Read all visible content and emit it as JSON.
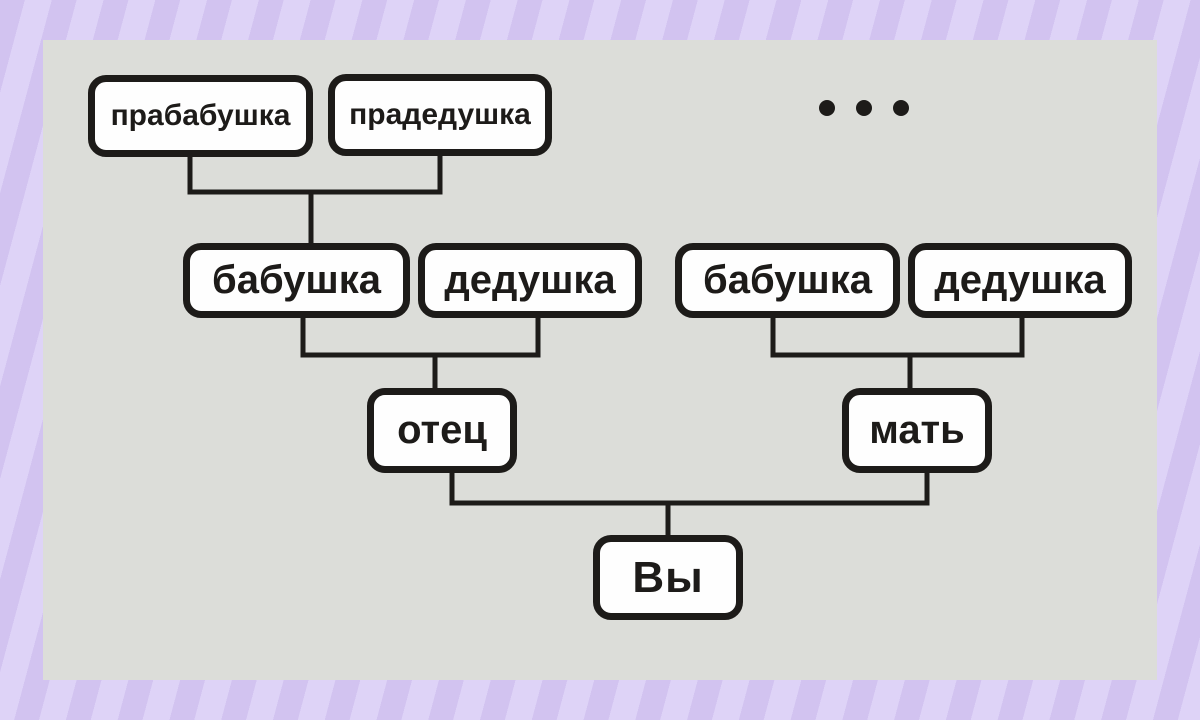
{
  "colors": {
    "frame_stripe_light": "#ded3f7",
    "frame_stripe_dark": "#d2c3f0",
    "panel_background": "#dcddd9",
    "box_fill": "#fefefe",
    "ink": "#1d1b19"
  },
  "diagram": {
    "type": "family-tree",
    "nodes": [
      {
        "id": "great-grandmother",
        "label": "прабабушка",
        "generation": 1
      },
      {
        "id": "great-grandfather",
        "label": "прадедушка",
        "generation": 1
      },
      {
        "id": "grandmother-paternal",
        "label": "бабушка",
        "generation": 2
      },
      {
        "id": "grandfather-paternal",
        "label": "дедушка",
        "generation": 2
      },
      {
        "id": "grandmother-maternal",
        "label": "бабушка",
        "generation": 2
      },
      {
        "id": "grandfather-maternal",
        "label": "дедушка",
        "generation": 2
      },
      {
        "id": "father",
        "label": "отец",
        "generation": 3
      },
      {
        "id": "mother",
        "label": "мать",
        "generation": 3
      },
      {
        "id": "you",
        "label": "Вы",
        "generation": 4
      }
    ],
    "edges": [
      {
        "parents": [
          "great-grandmother",
          "great-grandfather"
        ],
        "child": "grandmother-paternal"
      },
      {
        "parents": [
          "grandmother-paternal",
          "grandfather-paternal"
        ],
        "child": "father"
      },
      {
        "parents": [
          "grandmother-maternal",
          "grandfather-maternal"
        ],
        "child": "mother"
      },
      {
        "parents": [
          "father",
          "mother"
        ],
        "child": "you"
      }
    ],
    "ellipsis_dots": 3
  }
}
